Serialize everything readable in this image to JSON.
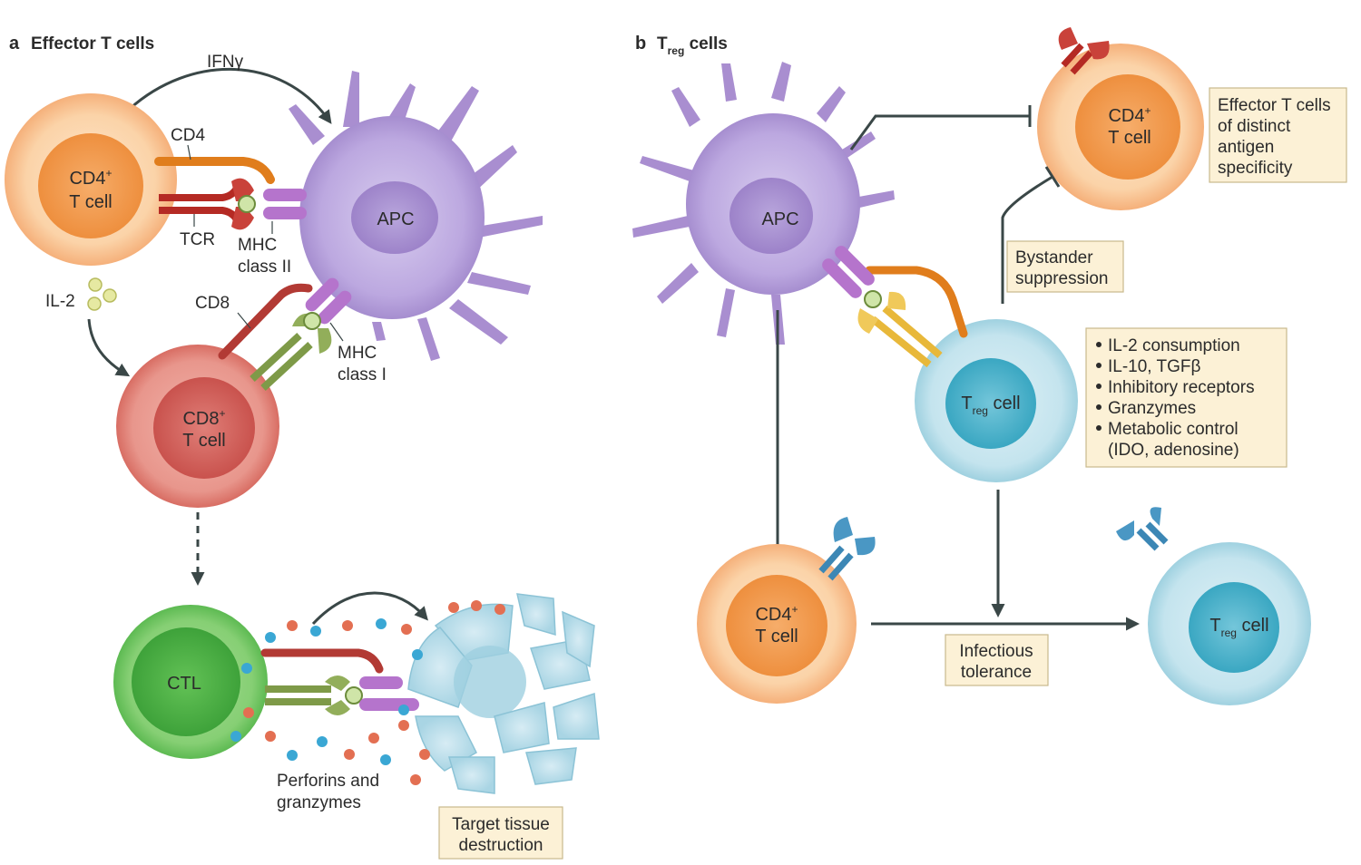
{
  "panel_a": {
    "letter": "a",
    "title": "Effector T cells",
    "cd4_cell": {
      "line1": "CD4",
      "sup": "+",
      "line2": "T cell"
    },
    "cd8_cell": {
      "line1": "CD8",
      "sup": "+",
      "line2": "T cell"
    },
    "apc_label": "APC",
    "ctl_label": "CTL",
    "labels": {
      "ifng": "IFNγ",
      "cd4": "CD4",
      "tcr": "TCR",
      "mhc2_line1": "MHC",
      "mhc2_line2": "class II",
      "il2": "IL-2",
      "cd8": "CD8",
      "mhc1_line1": "MHC",
      "mhc1_line2": "class I",
      "perforins_line1": "Perforins and",
      "perforins_line2": "granzymes"
    },
    "target_box": {
      "line1": "Target tissue",
      "line2": "destruction"
    }
  },
  "panel_b": {
    "letter": "b",
    "title_main": "T",
    "title_sub": "reg",
    "title_rest": " cells",
    "apc_label": "APC",
    "effector_cell": {
      "line1": "CD4",
      "sup": "+",
      "line2": "T cell"
    },
    "treg_cell": {
      "main": "T",
      "sub": "reg",
      "rest": " cell"
    },
    "cd4_bottom": {
      "line1": "CD4",
      "sup": "+",
      "line2": "T cell"
    },
    "treg_bottom": {
      "main": "T",
      "sub": "reg",
      "rest": " cell"
    },
    "effector_box": [
      "Effector T cells",
      "of distinct",
      "antigen",
      "specificity"
    ],
    "bystander_box": [
      "Bystander",
      "suppression"
    ],
    "mechanisms_box": [
      "IL-2 consumption",
      "IL-10, TGFβ",
      "Inhibitory receptors",
      "Granzymes",
      "Metabolic control",
      "(IDO, adenosine)"
    ],
    "infectious_box": [
      "Infectious",
      "tolerance"
    ]
  },
  "colors": {
    "cd4_orange": "#f6b276",
    "cd8_red": "#d9685f",
    "apc_purple": "#a98ed0",
    "ctl_green": "#5cbd57",
    "treg_blue": "#7ec4d8",
    "box_fill": "#fcf1d6",
    "arrow": "#3a4747"
  }
}
